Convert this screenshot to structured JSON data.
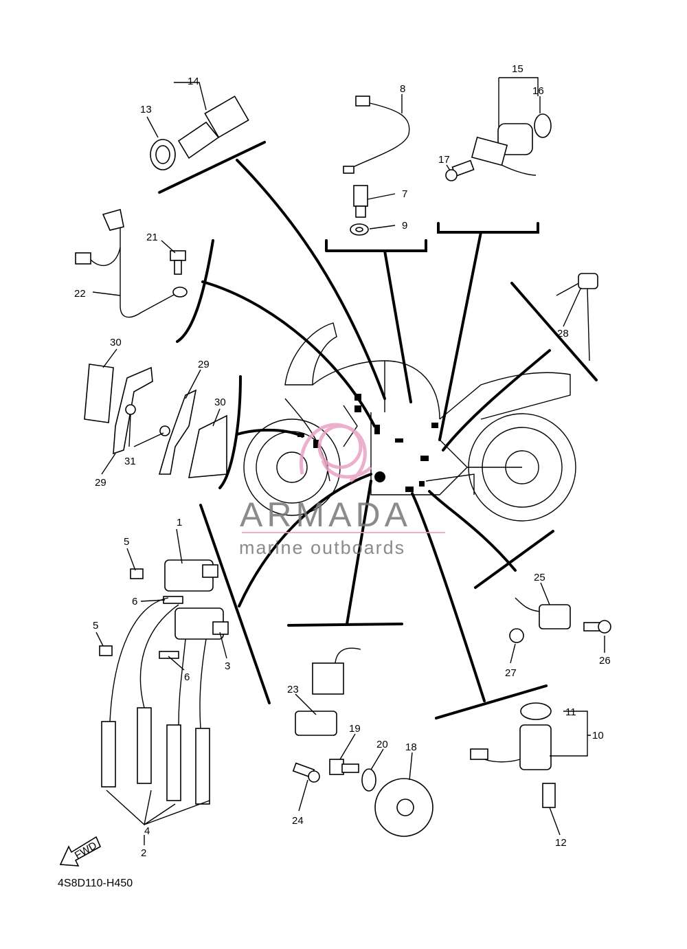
{
  "diagram_code": "4S8D110-H450",
  "watermark": {
    "brand": "ARMADA",
    "tagline": "marine outboards",
    "accent": "#e8a3c4"
  },
  "fwd_label": "FWD",
  "callouts": [
    "1",
    "2",
    "3",
    "4",
    "5",
    "5",
    "6",
    "6",
    "7",
    "8",
    "9",
    "10",
    "11",
    "12",
    "13",
    "14",
    "15",
    "16",
    "17",
    "18",
    "19",
    "20",
    "21",
    "22",
    "23",
    "24",
    "25",
    "26",
    "27",
    "28",
    "29",
    "29",
    "30",
    "30",
    "31"
  ]
}
